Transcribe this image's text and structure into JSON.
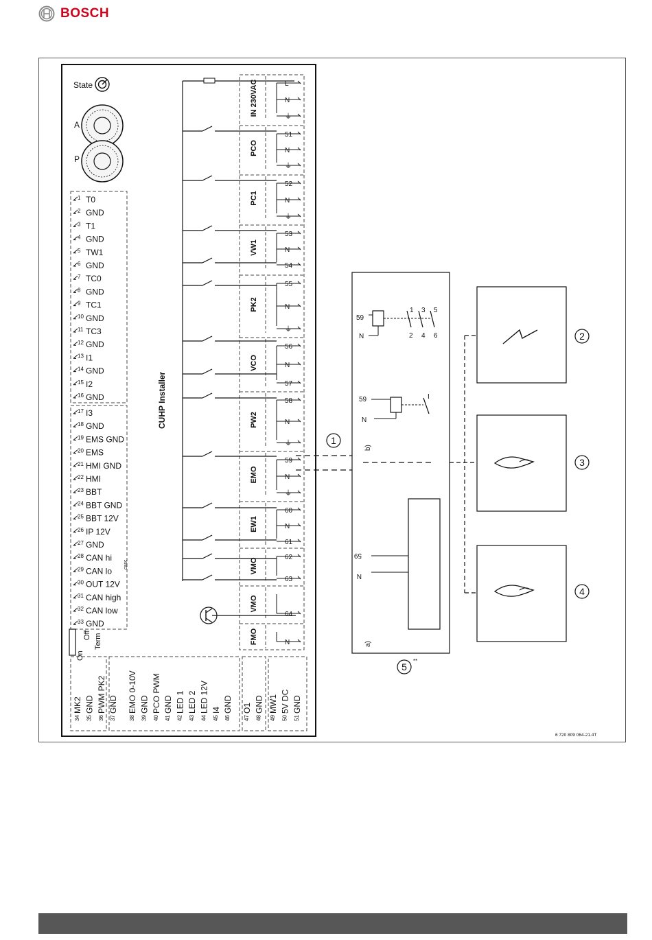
{
  "header": {
    "brand": "BOSCH"
  },
  "diagram": {
    "module_title": "CUHP Installer",
    "state_label": "State",
    "dial_a_label": "A",
    "dial_p_label": "P",
    "term_switch": {
      "on": "On",
      "off": "Off",
      "term": "Term"
    },
    "left_terminals_group1": [
      {
        "num": "1",
        "label": "T0"
      },
      {
        "num": "2",
        "label": "GND"
      },
      {
        "num": "3",
        "label": "T1"
      },
      {
        "num": "4",
        "label": "GND"
      },
      {
        "num": "5",
        "label": "TW1"
      },
      {
        "num": "6",
        "label": "GND"
      },
      {
        "num": "7",
        "label": "TC0"
      },
      {
        "num": "8",
        "label": "GND"
      },
      {
        "num": "9",
        "label": "TC1"
      },
      {
        "num": "10",
        "label": "GND"
      },
      {
        "num": "11",
        "label": "TC3"
      },
      {
        "num": "12",
        "label": "GND"
      },
      {
        "num": "13",
        "label": "I1"
      },
      {
        "num": "14",
        "label": "GND"
      },
      {
        "num": "15",
        "label": "I2"
      },
      {
        "num": "16",
        "label": "GND"
      }
    ],
    "left_terminals_group2": [
      {
        "num": "17",
        "label": "I3"
      },
      {
        "num": "18",
        "label": "GND"
      },
      {
        "num": "19",
        "label": "EMS GND"
      },
      {
        "num": "20",
        "label": "EMS"
      },
      {
        "num": "21",
        "label": "HMI GND"
      },
      {
        "num": "22",
        "label": "HMI"
      },
      {
        "num": "23",
        "label": "BBT"
      },
      {
        "num": "24",
        "label": "BBT GND"
      },
      {
        "num": "25",
        "label": "BBT 12V"
      },
      {
        "num": "26",
        "label": "IP 12V"
      },
      {
        "num": "27",
        "label": "GND"
      },
      {
        "num": "28",
        "label": "CAN hi"
      },
      {
        "num": "29",
        "label": "CAN lo"
      },
      {
        "num": "30",
        "label": "OUT 12V"
      },
      {
        "num": "31",
        "label": "CAN high"
      },
      {
        "num": "32",
        "label": "CAN low"
      },
      {
        "num": "33",
        "label": "GND"
      }
    ],
    "casc_label": "casc",
    "bottom_terminals_group1": [
      {
        "num": "34",
        "label": "MK2"
      },
      {
        "num": "35",
        "label": "GND"
      },
      {
        "num": "36",
        "label": "PWM PK2"
      },
      {
        "num": "37",
        "label": "GND"
      }
    ],
    "bottom_terminals_group2": [
      {
        "num": "38",
        "label": "EMO 0-10V"
      },
      {
        "num": "39",
        "label": "GND"
      },
      {
        "num": "40",
        "label": "PCO PWM"
      },
      {
        "num": "41",
        "label": "GND"
      },
      {
        "num": "42",
        "label": "LED 1"
      },
      {
        "num": "43",
        "label": "LED 2"
      },
      {
        "num": "44",
        "label": "LED 12V"
      },
      {
        "num": "45",
        "label": "I4"
      },
      {
        "num": "46",
        "label": "GND"
      }
    ],
    "bottom_terminals_group3": [
      {
        "num": "47",
        "label": "O1"
      },
      {
        "num": "48",
        "label": "GND"
      }
    ],
    "bottom_terminals_group4": [
      {
        "num": "49",
        "label": "MW1"
      },
      {
        "num": "50",
        "label": "5V DC"
      },
      {
        "num": "51",
        "label": "GND"
      }
    ],
    "right_blocks": [
      {
        "name": "IN 230VAC",
        "terminals": [
          "L",
          "N",
          "⏚"
        ]
      },
      {
        "name": "PCO",
        "terminals": [
          "51",
          "N",
          "⏚"
        ]
      },
      {
        "name": "PC1",
        "terminals": [
          "52",
          "N",
          "⏚"
        ]
      },
      {
        "name": "VW1",
        "terminals": [
          "53",
          "N",
          "54"
        ]
      },
      {
        "name": "PK2",
        "terminals": [
          "55",
          "N",
          "⏚"
        ]
      },
      {
        "name": "VCO",
        "terminals": [
          "56",
          "N",
          "57"
        ]
      },
      {
        "name": "PW2",
        "terminals": [
          "58",
          "N",
          "⏚"
        ]
      },
      {
        "name": "EMO",
        "terminals": [
          "59",
          "N",
          "⏚"
        ]
      },
      {
        "name": "EW1",
        "terminals": [
          "60",
          "N",
          "61"
        ]
      },
      {
        "name": "VMO",
        "terminals": [
          "62",
          "63"
        ]
      },
      {
        "name": "VMO",
        "terminals": [
          "64"
        ]
      },
      {
        "name": "FMO",
        "terminals": [
          "N"
        ]
      }
    ],
    "relay_box": {
      "relay1": {
        "coil_in": "59",
        "coil_n": "N",
        "contacts_top": [
          "1",
          "3",
          "5"
        ],
        "contacts_bottom": [
          "2",
          "4",
          "6"
        ]
      },
      "relay2": {
        "coil_in": "59",
        "coil_n": "N",
        "contact": "I"
      },
      "rotated_terminals": {
        "in": "59",
        "n": "N"
      },
      "label_a": "a)",
      "label_b": "b)"
    },
    "callouts": [
      "1",
      "2",
      "3",
      "4",
      "5"
    ],
    "callout5_note": "**",
    "reference": "6 720 809 064-21.4T"
  }
}
